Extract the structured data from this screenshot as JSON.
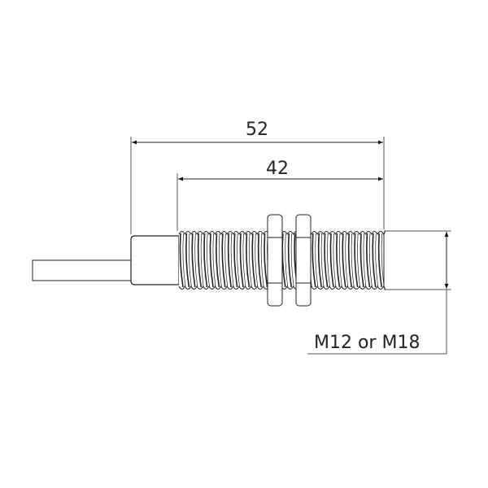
{
  "dimensions": {
    "overall_length": "52",
    "thread_length": "42",
    "thread_size": "M12 or M18"
  },
  "colors": {
    "line": "#222222",
    "dim_line": "#555555"
  }
}
